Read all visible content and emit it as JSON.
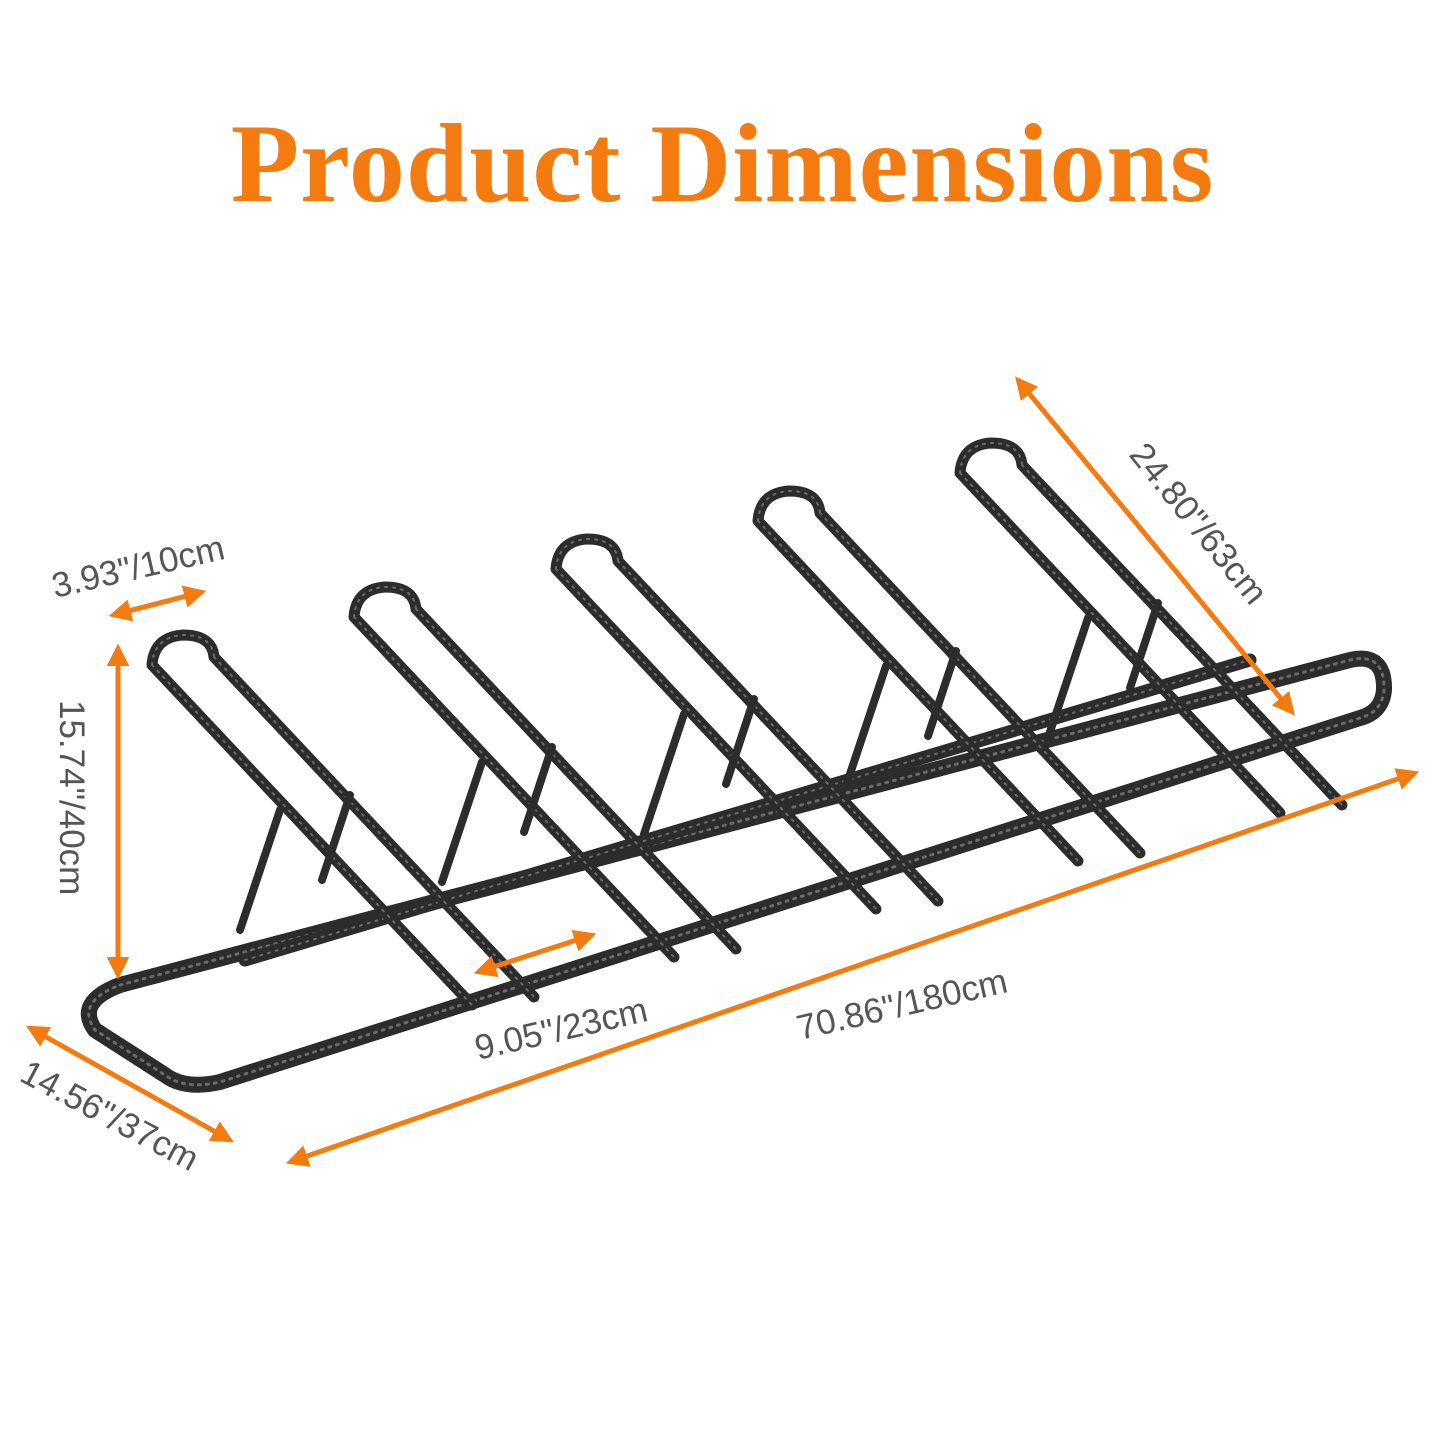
{
  "title": "Product Dimensions",
  "colors": {
    "title": "#f47b0f",
    "arrow": "#f47b0f",
    "rack_dark": "#2c2c2c",
    "rack_light": "#6a6a6a",
    "label": "#555555"
  },
  "dimensions": {
    "tube_diameter": "3.93\"/10cm",
    "height": "15.74\"/40cm",
    "slot_spacing": "9.05\"/23cm",
    "length": "70.86\"/180cm",
    "depth": "14.56\"/37cm",
    "loop_length": "24.80\"/63cm"
  },
  "rack": {
    "slot_count": 5
  }
}
